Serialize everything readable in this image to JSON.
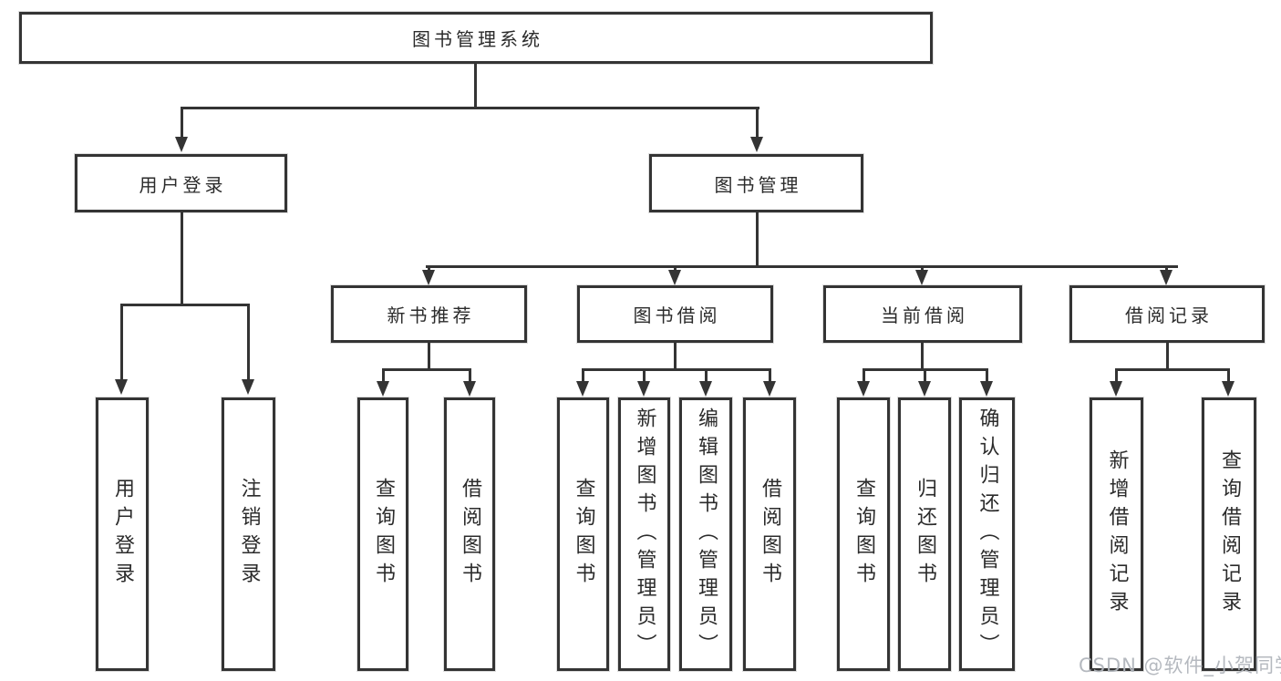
{
  "diagram": {
    "title": "图书管理系统",
    "colors": {
      "line": "#343434",
      "box_border": "#343434",
      "box_fill": "#ffffff",
      "text": "#2b2b2b",
      "watermark": "#b1b5bc",
      "background": "#ffffff"
    },
    "tree": {
      "root": {
        "label": "图书管理系统"
      },
      "login": {
        "label": "用户登录",
        "children": [
          {
            "label": "用户登录"
          },
          {
            "label": "注销登录"
          }
        ]
      },
      "mgmt": {
        "label": "图书管理"
      },
      "groups": [
        {
          "label": "新书推荐",
          "children": [
            {
              "label": "查询图书"
            },
            {
              "label": "借阅图书"
            }
          ]
        },
        {
          "label": "图书借阅",
          "children": [
            {
              "label": "查询图书"
            },
            {
              "label": "新增图书（管理员）"
            },
            {
              "label": "编辑图书（管理员）"
            },
            {
              "label": "借阅图书"
            }
          ]
        },
        {
          "label": "当前借阅",
          "children": [
            {
              "label": "查询图书"
            },
            {
              "label": "归还图书"
            },
            {
              "label": "确认归还（管理员）"
            }
          ]
        },
        {
          "label": "借阅记录",
          "children": [
            {
              "label": "新增借阅记录"
            },
            {
              "label": "查询借阅记录"
            }
          ]
        }
      ]
    },
    "watermark": "CSDN @软件_小贺同学"
  }
}
